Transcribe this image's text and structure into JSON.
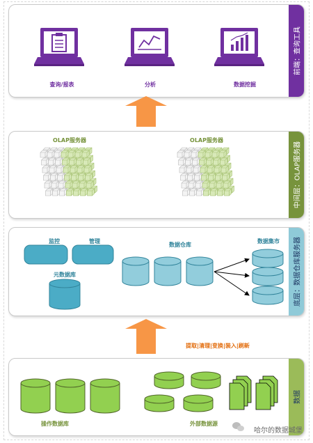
{
  "layers": {
    "top": {
      "side_label": "前端：查询工具",
      "side_color": "#7030a0",
      "items": [
        "查询/报表",
        "分析",
        "数据挖掘"
      ]
    },
    "middle": {
      "side_label": "中间层：OLAP服务器",
      "side_color": "#77933c",
      "servers": [
        "OLAP服务器",
        "OLAP服务器"
      ]
    },
    "bottom": {
      "side_label": "底层：数据仓库服务器",
      "side_color": "#8fcad8",
      "monitor": "监控",
      "manage": "管理",
      "metadata": "元数据库",
      "warehouse": "数据仓库",
      "marts": "数据集市"
    },
    "data": {
      "side_label": "数据",
      "side_color": "#9bbb59",
      "ops_db": "操作数据库",
      "external": "外部数据源"
    }
  },
  "etl_label": "提取|清理|变换|装入|刷新",
  "watermark": "哈尔的数据城堡",
  "colors": {
    "purple": "#7030a0",
    "arrow": "#f79646",
    "teal": "#4bacc6",
    "light_teal": "#92cddc",
    "green": "#92d050",
    "etl_text": "#e26b0a"
  }
}
